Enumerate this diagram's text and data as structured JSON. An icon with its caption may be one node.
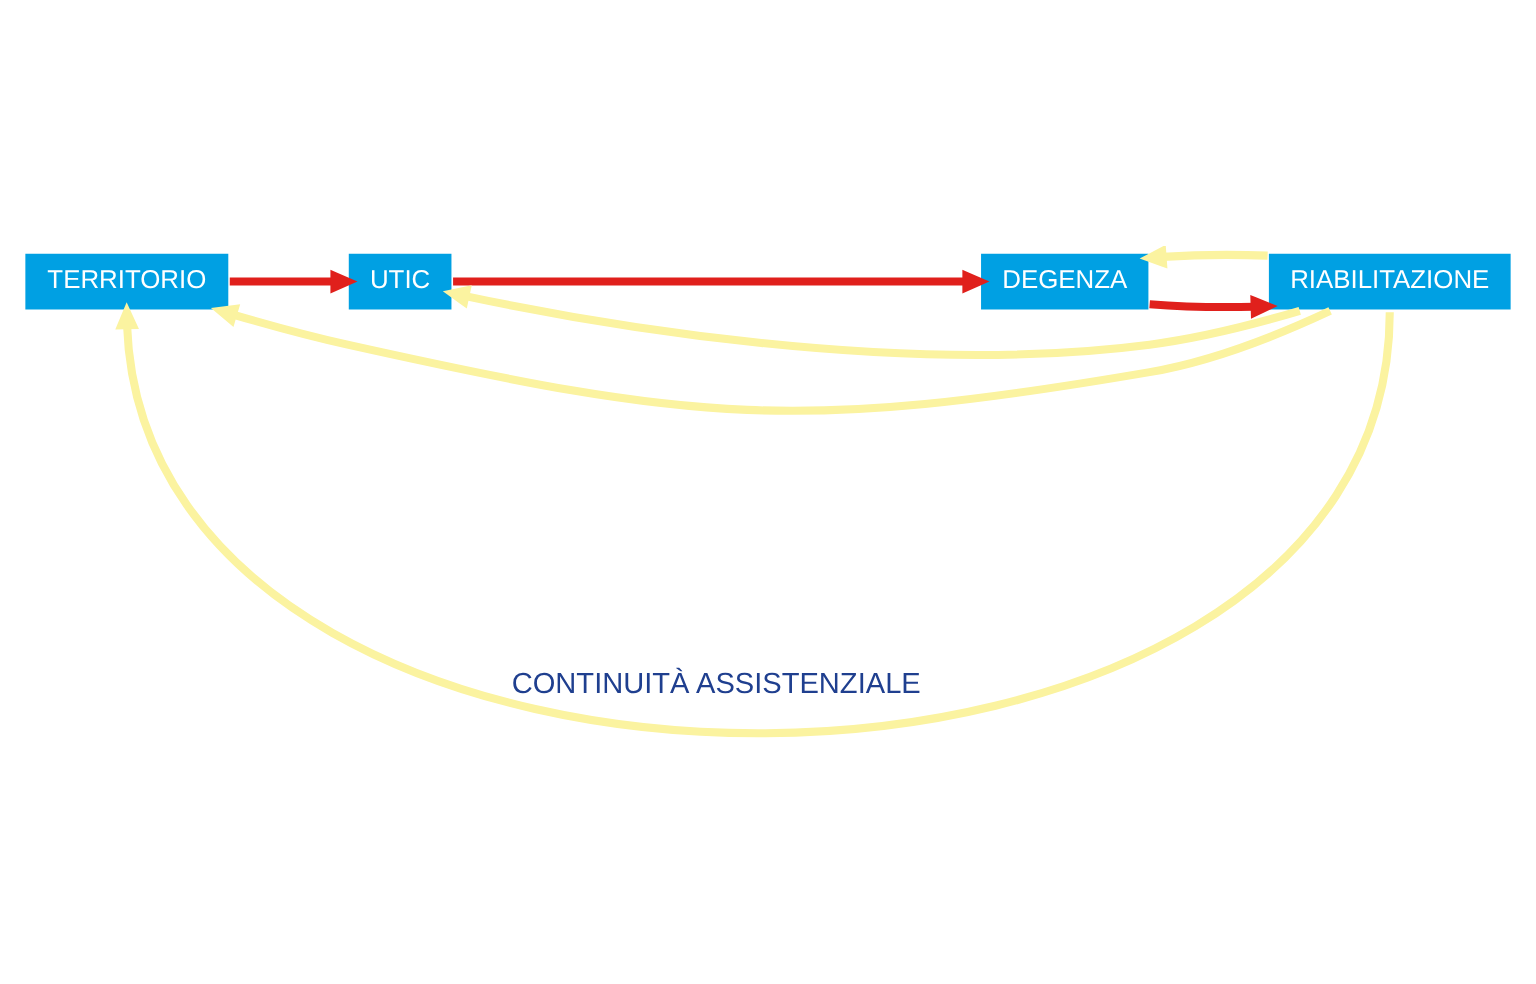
{
  "diagram": {
    "nodes": [
      {
        "text": [
          "TERRITORIO"
        ]
      },
      {
        "text": [
          "UTIC"
        ]
      },
      {
        "text": [
          "DEGENZA"
        ]
      },
      {
        "text": [
          "RIABILITAZIONE"
        ]
      }
    ],
    "edges": [
      {
        "from": 0,
        "to": 1,
        "arrow": "to",
        "color": "#e0201c"
      },
      {
        "from": 1,
        "to": 2,
        "arrow": "to",
        "color": "#e0201c"
      },
      {
        "from": 2,
        "to": 3,
        "arrow": "to",
        "color": "#e0201c"
      },
      {
        "from": 3,
        "to": 0,
        "arrow": "to",
        "color": "#fbf3a0"
      },
      {
        "from": 3,
        "to": 1,
        "arrow": "to",
        "color": "#fbf3a0"
      },
      {
        "from": 3,
        "to": 2,
        "arrow": "to",
        "color": "#fbf3a0"
      },
      {
        "from": 3,
        "to": 0,
        "arrow": "to",
        "color": "#fbf3a0",
        "label": "CONTINUITÀ ASSISTENZIALE"
      }
    ]
  }
}
